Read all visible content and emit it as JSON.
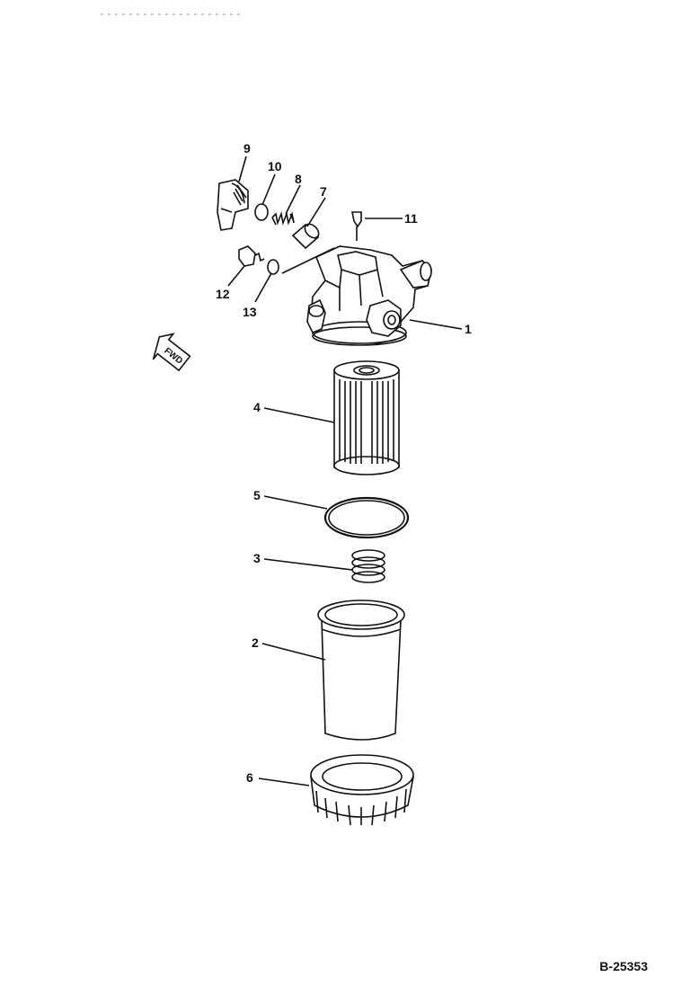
{
  "callouts": {
    "c1": "1",
    "c2": "2",
    "c3": "3",
    "c4": "4",
    "c5": "5",
    "c6": "6",
    "c7": "7",
    "c8": "8",
    "c9": "9",
    "c10": "10",
    "c11": "11",
    "c12": "12",
    "c13": "13"
  },
  "direction_arrow": {
    "label": "FWD"
  },
  "figure_code": "B-25353",
  "icons": {
    "direction": "fwd-arrow-icon"
  }
}
